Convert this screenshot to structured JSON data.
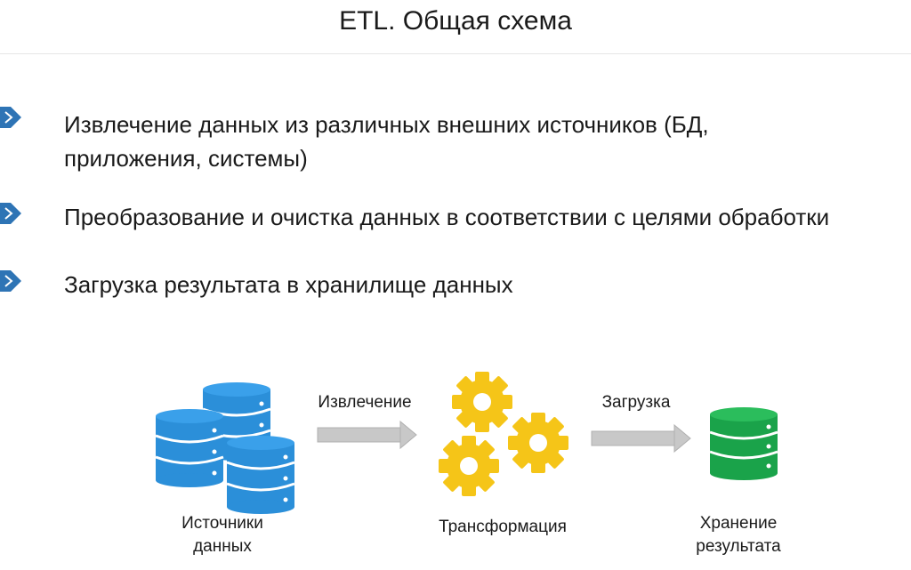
{
  "title": "ETL. Общая схема",
  "bullets": [
    {
      "line1": "Извлечение данных из различных внешних источников (БД,",
      "line2": "приложения, системы)"
    },
    {
      "line1": "Преобразование и очистка данных в соответствии с целями обработки",
      "line2": ""
    },
    {
      "line1": "Загрузка результата в хранилище данных",
      "line2": ""
    }
  ],
  "diagram": {
    "sources": {
      "line1": "Источники",
      "line2": "данных",
      "icon": "database-stack-icon",
      "color": "#2b8fd9"
    },
    "extract_label": "Извлечение",
    "transform": {
      "label": "Трансформация",
      "icon": "gears-icon",
      "color": "#f5c518"
    },
    "load_label": "Загрузка",
    "storage": {
      "line1": "Хранение",
      "line2": "результата",
      "icon": "database-icon",
      "color": "#1aa34a"
    },
    "arrow_color": "#c8c8c8"
  },
  "colors": {
    "bullet": "#2e74b5"
  }
}
